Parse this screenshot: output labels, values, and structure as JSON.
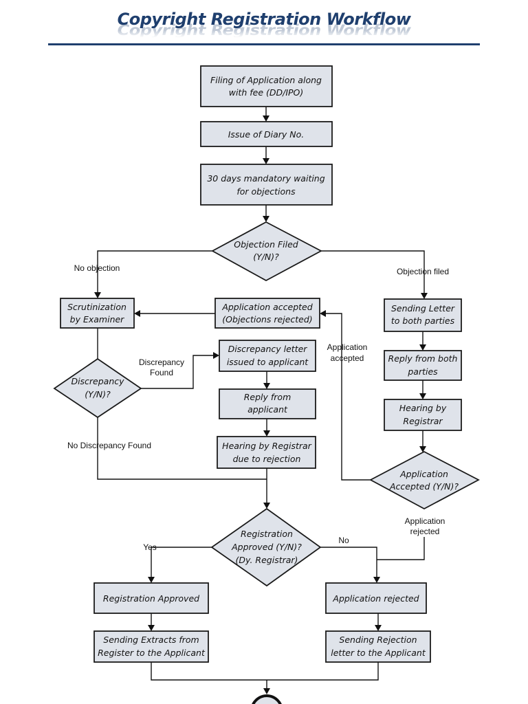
{
  "title": "Copyright Registration Workflow",
  "nodes": {
    "filing": [
      "Filing of Application along",
      "with fee (DD/IPO)"
    ],
    "diary": [
      "Issue of Diary No."
    ],
    "waiting": [
      "30 days mandatory waiting",
      "for objections"
    ],
    "objection_filed": [
      "Objection Filed",
      "(Y/N)?"
    ],
    "scrutinization": [
      "Scrutinization",
      "by Examiner"
    ],
    "app_accepted_obj": [
      "Application accepted",
      "(Objections rejected)"
    ],
    "sending_letter": [
      "Sending Letter",
      "to both parties"
    ],
    "discrepancy_letter": [
      "Discrepancy letter",
      "issued to applicant"
    ],
    "reply_both": [
      "Reply from both",
      "parties"
    ],
    "discrepancy": [
      "Discrepancy",
      "(Y/N)?"
    ],
    "reply_applicant": [
      "Reply from",
      "applicant"
    ],
    "hearing_registrar": [
      "Hearing by",
      "Registrar"
    ],
    "hearing_rejection": [
      "Hearing by Registrar",
      "due to rejection"
    ],
    "app_accepted_q": [
      "Application",
      "Accepted (Y/N)?"
    ],
    "registration_approved_q": [
      "Registration",
      "Approved (Y/N)?",
      "(Dy. Registrar)"
    ],
    "registration_approved": [
      "Registration Approved"
    ],
    "application_rejected": [
      "Application rejected"
    ],
    "sending_extracts": [
      "Sending Extracts from",
      "Register to the Applicant"
    ],
    "sending_rejection": [
      "Sending Rejection",
      "letter to the Applicant"
    ]
  },
  "labels": {
    "no_objection": [
      "No objection"
    ],
    "objection_filed": [
      "Objection filed"
    ],
    "discrepancy_found": [
      "Discrepancy",
      "Found"
    ],
    "application_accepted": [
      "Application",
      "accepted"
    ],
    "no_discrepancy_found": [
      "No Discrepancy Found"
    ],
    "application_rejected": [
      "Application",
      "rejected"
    ],
    "yes": [
      "Yes"
    ],
    "no": [
      "No"
    ]
  }
}
